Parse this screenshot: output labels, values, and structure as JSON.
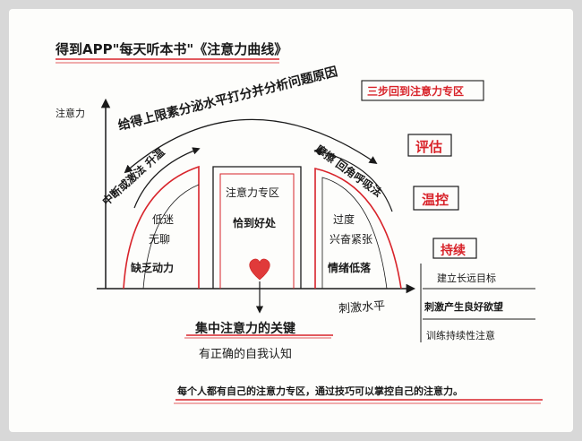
{
  "title": "得到APP\"每天听本书\"《注意力曲线》",
  "axis": {
    "y_label": "注意力",
    "x_label": "刺激水平"
  },
  "arc_top_text": "给得上限素分泌水平打分并分析问题原因",
  "left_arrow_text": "中断或激法 升温",
  "right_arrow_text": "摩擦 回角呼吸法",
  "zones": {
    "left": [
      "低迷",
      "无聊",
      "缺乏动力"
    ],
    "middle": [
      "注意力专区",
      "恰到好处"
    ],
    "right": [
      "过度",
      "兴奋紧张",
      "情绪低落"
    ]
  },
  "three_steps": {
    "title": "三步回到注意力专区",
    "steps": [
      "评估",
      "温控",
      "持续"
    ]
  },
  "sustain_items": [
    "建立长远目标",
    "刺激产生良好欲望",
    "训练持续性注意"
  ],
  "key": {
    "title": "集中注意力的关键",
    "subtitle": "有正确的自我认知"
  },
  "footer": "每个人都有自己的注意力专区，通过技巧可以掌控自己的注意力。",
  "colors": {
    "accent": "#d8232a",
    "ink": "#1a1a1a",
    "heart": "#e03a3a"
  }
}
